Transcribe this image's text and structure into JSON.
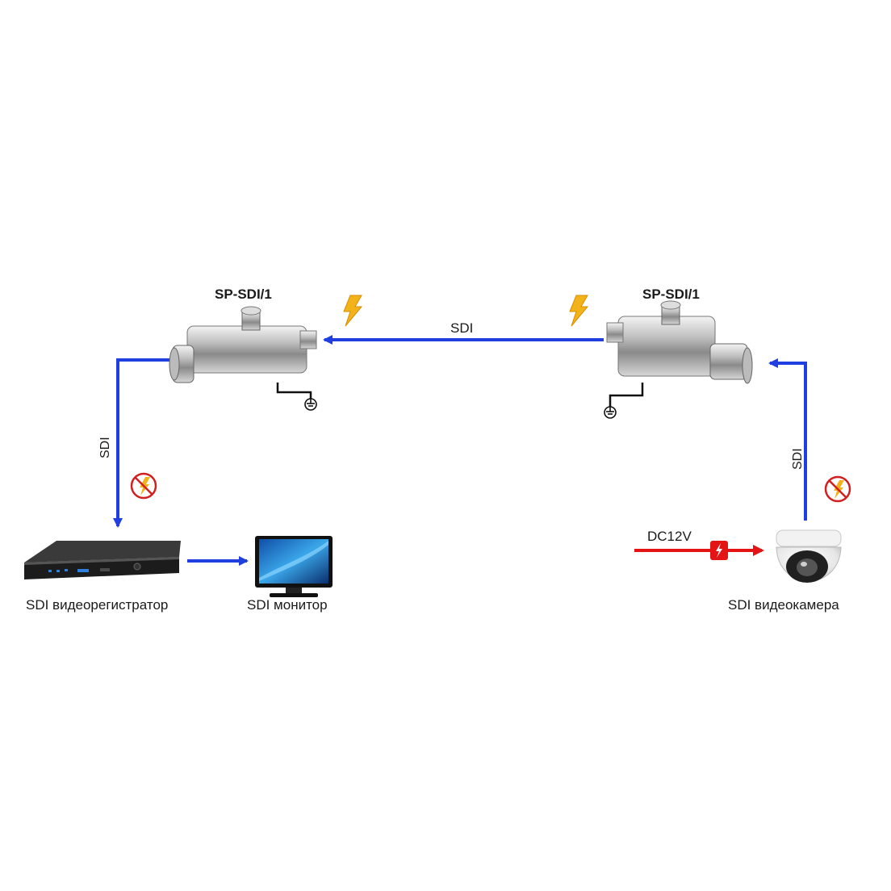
{
  "devices": {
    "protector_left": {
      "model": "SP-SDI/1"
    },
    "protector_right": {
      "model": "SP-SDI/1"
    },
    "dvr": {
      "label": "SDI видеорегистратор"
    },
    "monitor": {
      "label": "SDI монитор"
    },
    "camera": {
      "label": "SDI видеокамера"
    }
  },
  "links": {
    "trunk": {
      "label": "SDI"
    },
    "dvr_link": {
      "label": "SDI"
    },
    "camera_link": {
      "label": "SDI"
    },
    "power": {
      "label": "DC12V"
    }
  },
  "colors": {
    "signal": "#1f3fe0",
    "power": "#e41414",
    "lightning": "#f2b21a",
    "no_lightning": "#d22020"
  },
  "icons": [
    "lightning-icon",
    "no-lightning-icon",
    "ground-icon",
    "surge-icon"
  ]
}
